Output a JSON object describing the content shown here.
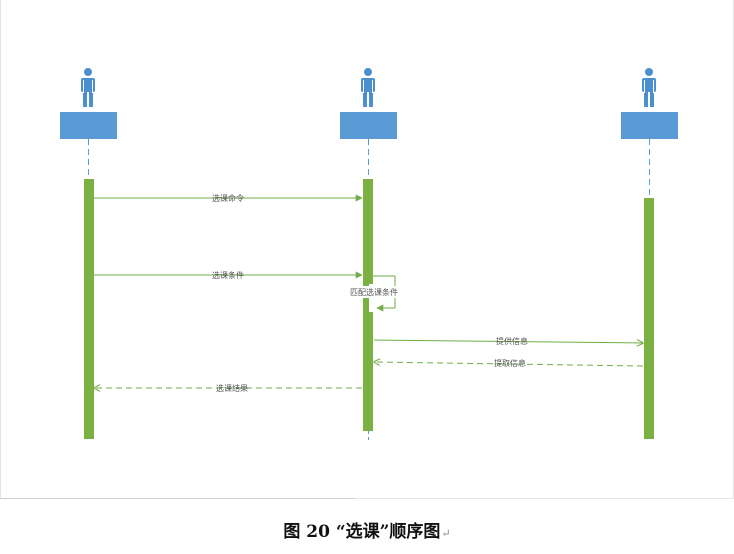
{
  "colors": {
    "actor": "#4b8fcf",
    "participant_box": "#5b9bd5",
    "lifeline": "#5b9bd5",
    "activation": "#7ab142",
    "message": "#70ad47"
  },
  "diagram": {
    "type": "sequence",
    "participants": [
      {
        "id": "p1",
        "label": "",
        "icon": "person-icon"
      },
      {
        "id": "p2",
        "label": "",
        "icon": "person-icon"
      },
      {
        "id": "p3",
        "label": "",
        "icon": "person-icon"
      }
    ],
    "messages": [
      {
        "from": "p1",
        "to": "p2",
        "label": "选课命令",
        "style": "solid"
      },
      {
        "from": "p1",
        "to": "p2",
        "label": "选课条件",
        "style": "solid"
      },
      {
        "from": "p2",
        "to": "p2",
        "label": "匹配选课条件",
        "style": "solid"
      },
      {
        "from": "p2",
        "to": "p3",
        "label": "提供信息",
        "style": "solid"
      },
      {
        "from": "p3",
        "to": "p2",
        "label": "提取信息",
        "style": "dashed"
      },
      {
        "from": "p2",
        "to": "p1",
        "label": "选课结果",
        "style": "dashed"
      }
    ]
  },
  "caption": {
    "text": "图 20  “选课”顺序图",
    "return_mark": "↵"
  }
}
